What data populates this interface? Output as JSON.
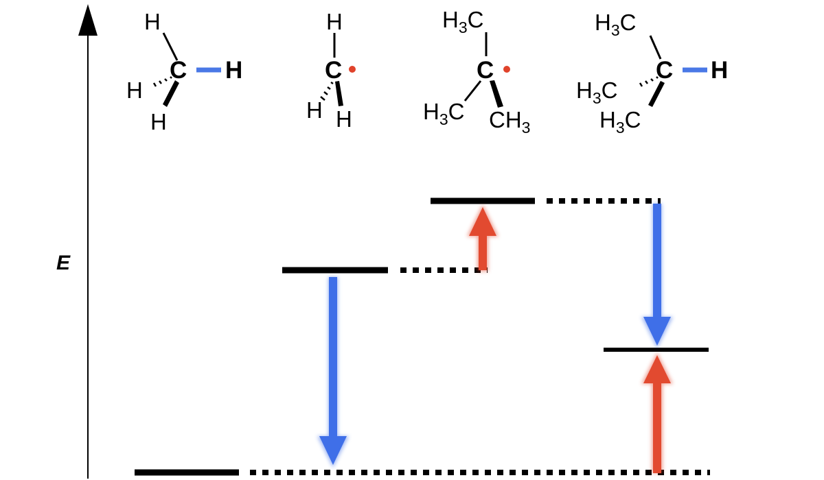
{
  "axis": {
    "label": "E"
  },
  "atoms": {
    "h": "H",
    "c": "C",
    "ch3_prefix": "H",
    "ch3_sub": "3",
    "ch3_suffix": "C",
    "ch3r_prefix": "CH",
    "ch3r_sub": "3"
  },
  "colors": {
    "bond_highlight": "#4a78e6",
    "radical_dot": "#e0432b",
    "arrow_down": "#3f6fe8",
    "arrow_up": "#e24a30",
    "level": "#000000"
  },
  "icons": {
    "axis_arrow": "arrow-up-icon",
    "down_arrow": "arrow-down-icon",
    "up_arrow": "arrow-up-icon"
  }
}
